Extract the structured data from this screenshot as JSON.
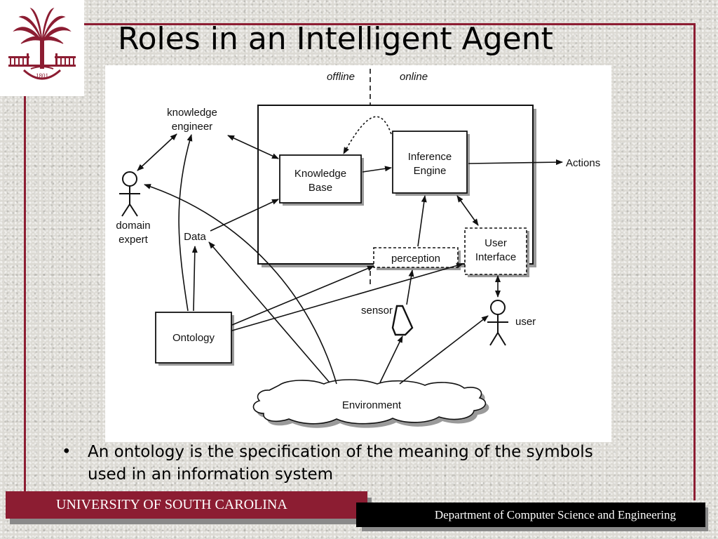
{
  "slide": {
    "title": "Roles in an Intelligent Agent",
    "bullets": [
      "An ontology is the specification of the meaning of the symbols used in an information system"
    ],
    "bullet_marker": "•"
  },
  "footer": {
    "university": "UNIVERSITY OF SOUTH CAROLINA",
    "department": "Department of Computer Science and Engineering"
  },
  "logo": {
    "year": "1801",
    "color": "#8c1d32",
    "icon": "palmetto-tree-icon"
  },
  "diagram": {
    "regions": {
      "offline": "offline",
      "online": "online"
    },
    "nodes": {
      "knowledge_engineer": [
        "knowledge",
        "engineer"
      ],
      "domain_expert": [
        "domain",
        "expert"
      ],
      "knowledge_base": [
        "Knowledge",
        "Base"
      ],
      "inference_engine": [
        "Inference",
        "Engine"
      ],
      "actions": "Actions",
      "data": "Data",
      "perception": "perception",
      "user_interface": [
        "User",
        "Interface"
      ],
      "sensor": "sensor",
      "user": "user",
      "ontology": "Ontology",
      "environment": "Environment"
    }
  },
  "colors": {
    "accent": "#8c1d32",
    "footer_dark": "#000000",
    "footer_text": "#ffffff"
  }
}
